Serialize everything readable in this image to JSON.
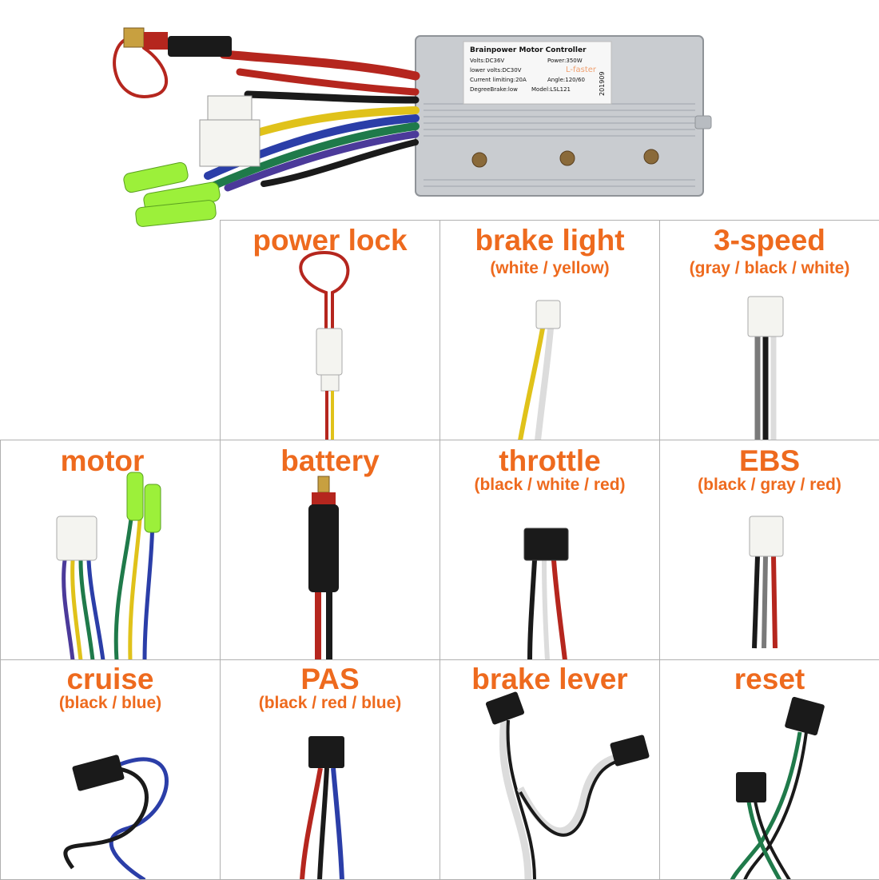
{
  "controller": {
    "label_title": "Brainpower Motor Controller",
    "label_lines": [
      "Volts:DC36V",
      "Power:350W",
      "lower volts:DC30V",
      "Current limiting:20A",
      "Angle:120/60",
      "DegreeBrake:low",
      "Model:LSL121"
    ],
    "brand": "L-faster",
    "date_code": "201909"
  },
  "cells": [
    {
      "id": "power-lock",
      "title": "power lock",
      "subtitle": ""
    },
    {
      "id": "brake-light",
      "title": "brake light",
      "subtitle": "(white / yellow)"
    },
    {
      "id": "three-speed",
      "title": "3-speed",
      "subtitle": "(gray / black / white)"
    },
    {
      "id": "motor",
      "title": "motor",
      "subtitle": ""
    },
    {
      "id": "battery",
      "title": "battery",
      "subtitle": ""
    },
    {
      "id": "throttle",
      "title": "throttle",
      "subtitle": "(black / white / red)"
    },
    {
      "id": "ebs",
      "title": "EBS",
      "subtitle": "(black / gray / red)"
    },
    {
      "id": "cruise",
      "title": "cruise",
      "subtitle": "(black / blue)"
    },
    {
      "id": "pas",
      "title": "PAS",
      "subtitle": "(black / red / blue)"
    },
    {
      "id": "brake-lever",
      "title": "brake lever",
      "subtitle": ""
    },
    {
      "id": "reset",
      "title": "reset",
      "subtitle": ""
    }
  ],
  "colors": {
    "label_orange": "#ee6a1e",
    "wire_red": "#b5261e",
    "wire_yellow": "#e0c21a",
    "wire_blue": "#2b3ea8",
    "wire_green": "#1f7a4a",
    "wire_black": "#1a1a1a",
    "wire_gray": "#7a7a7a",
    "wire_white": "#f2f2f2",
    "wire_purple": "#4b3a9a",
    "connector_green": "#9cf03a",
    "connector_white": "#f4f4f0",
    "housing_silver": "#c9ccd0"
  }
}
